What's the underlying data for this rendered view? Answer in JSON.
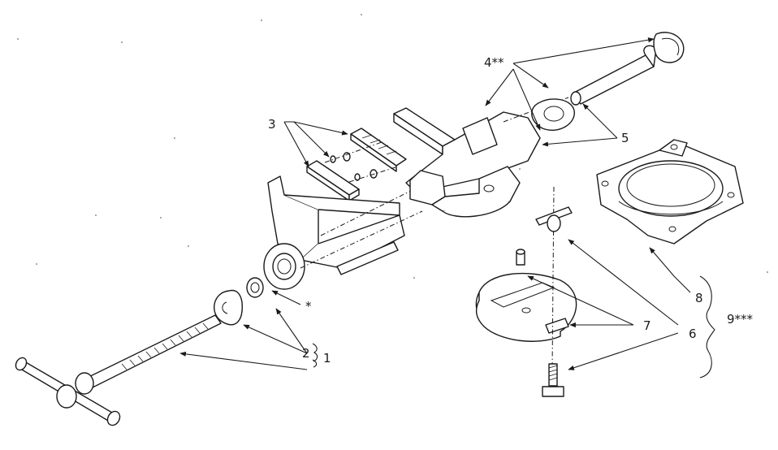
{
  "diagram": {
    "callouts": {
      "c1": "1",
      "c2": "2",
      "c3": "3",
      "c4": "4**",
      "c5": "5",
      "c6": "6",
      "c7": "7",
      "c8": "8",
      "c9": "9***",
      "star": "*"
    },
    "colors": {
      "ink": "#1a1a1a",
      "paper": "#ffffff"
    }
  }
}
